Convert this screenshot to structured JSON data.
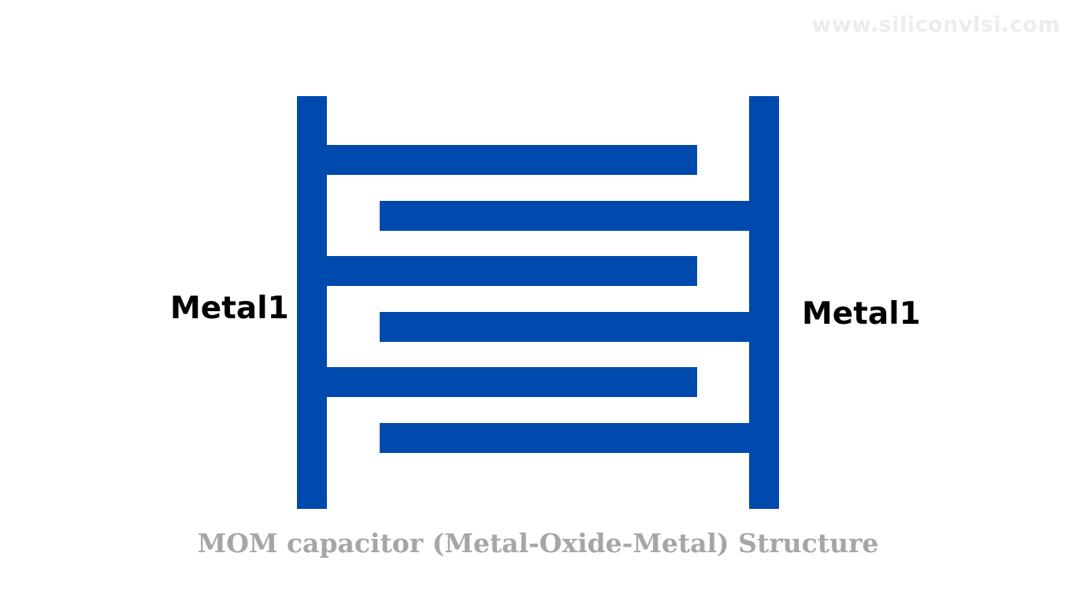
{
  "watermark": "www.siliconvlsi.com",
  "labels": {
    "left": "Metal1",
    "right": "Metal1"
  },
  "caption": "MOM capacitor (Metal-Oxide-Metal) Structure",
  "colors": {
    "metal": "#004AAD",
    "label": "#000000",
    "caption": "#A6A6A6",
    "watermark": "#EBEBEB",
    "background": "#FFFFFF"
  },
  "structure": {
    "left_electrode_fingers": 3,
    "right_electrode_fingers": 3
  }
}
